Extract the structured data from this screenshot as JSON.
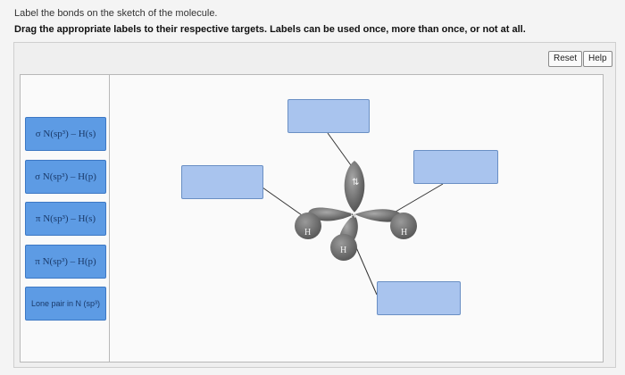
{
  "header": {
    "intro": "Label the bonds on the sketch of the molecule.",
    "instruction": "Drag the appropriate labels to their respective targets. Labels can be used once, more than once, or not at all."
  },
  "toolbar": {
    "reset_label": "Reset",
    "help_label": "Help"
  },
  "labels": [
    {
      "text": "σ N(sp³) – H(s)"
    },
    {
      "text": "σ N(sp³) – H(p)"
    },
    {
      "text": "π N(sp³) – H(s)"
    },
    {
      "text": "π N(sp³) – H(p)"
    },
    {
      "text": "Lone pair in N (sp³)"
    }
  ],
  "molecule": {
    "central_atom": "N",
    "hydrogen_left": "H",
    "hydrogen_right": "H",
    "hydrogen_front": "H",
    "lone_pair": "⇅"
  },
  "colors": {
    "label_fill": "#5d9be4",
    "target_fill": "#a9c4ee",
    "orbital": "#6f6f6f"
  }
}
